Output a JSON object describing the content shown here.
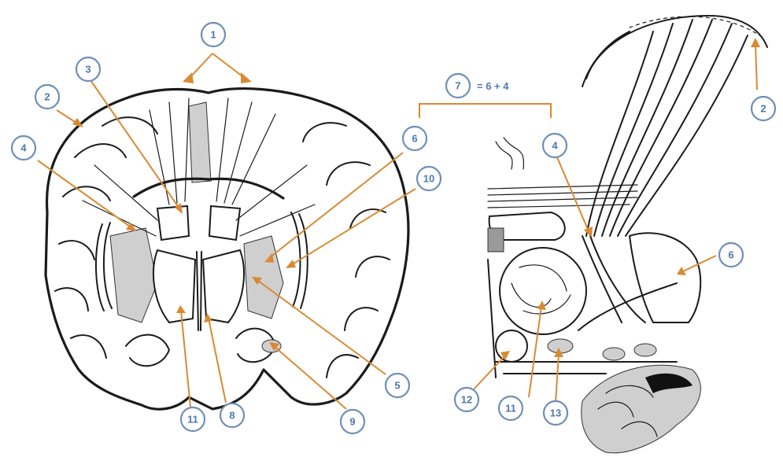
{
  "labels": {
    "l1": "1",
    "l2a": "2",
    "l3": "3",
    "l4a": "4",
    "l5": "5",
    "l6a": "6",
    "l10": "10",
    "l11a": "11",
    "l8": "8",
    "l9": "9",
    "l7": "7",
    "eq": "= 6 + 4",
    "l2b": "2",
    "l4b": "4",
    "l6b": "6",
    "l12": "12",
    "l11b": "11",
    "l13": "13"
  },
  "colors": {
    "badge_stroke": "#6e8fb8",
    "badge_text": "#4f78ad",
    "arrow": "#d98a32",
    "line_art": "#1b1b1b",
    "shading": "#9a9a9a"
  }
}
